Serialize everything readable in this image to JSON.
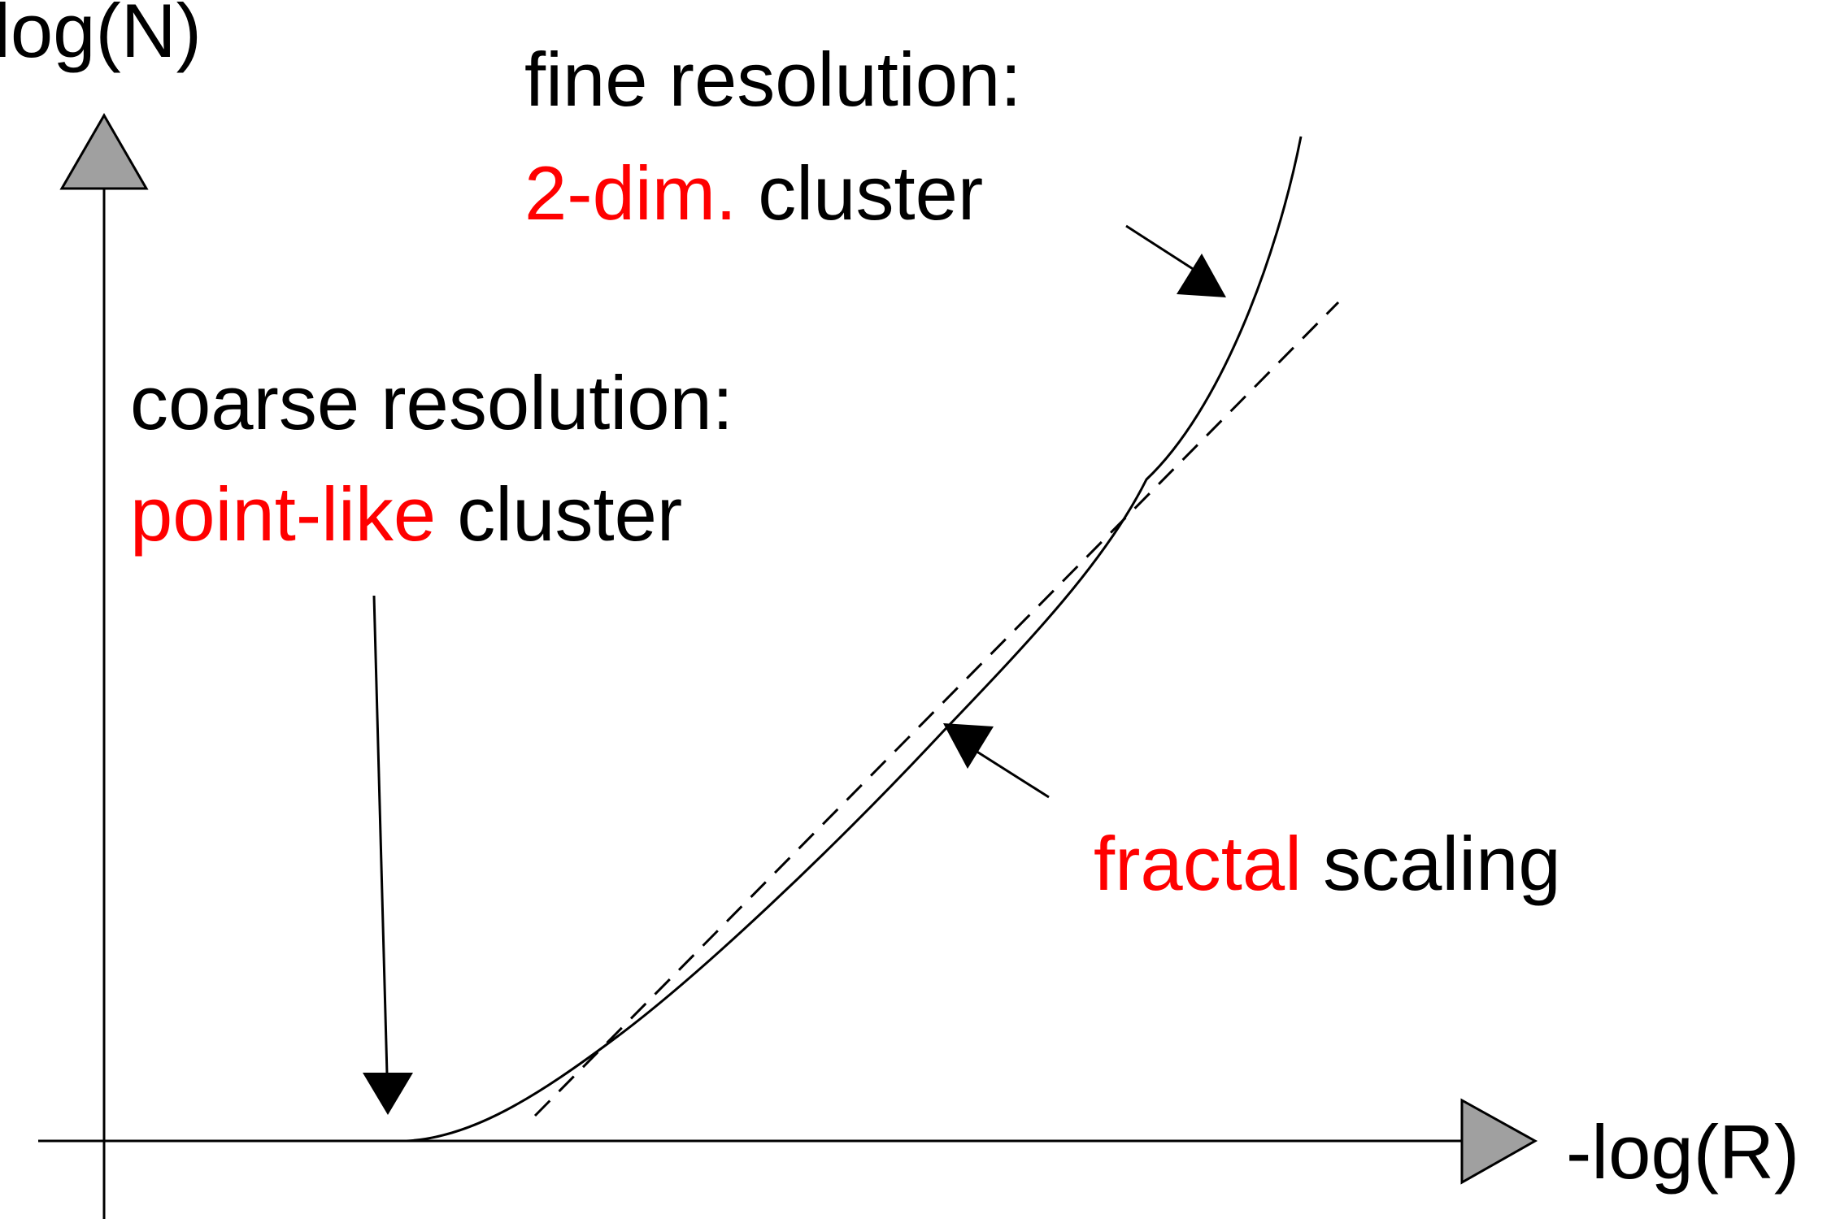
{
  "axes": {
    "y_label": "log(N)",
    "x_label": "-log(R)"
  },
  "annotations": {
    "fine": {
      "line1": "fine resolution:",
      "highlight": "2-dim.",
      "rest": " cluster"
    },
    "coarse": {
      "line1": "coarse resolution:",
      "highlight": "point-like",
      "rest": " cluster"
    },
    "fractal": {
      "highlight": "fractal",
      "rest": " scaling"
    }
  },
  "colors": {
    "text": "#000000",
    "highlight": "#ff0000",
    "arrowhead_fill": "#a0a0a0",
    "line": "#000000"
  }
}
